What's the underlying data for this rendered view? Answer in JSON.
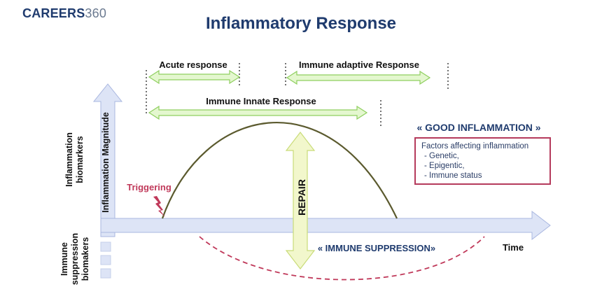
{
  "logo": {
    "brand": "CAREERS",
    "number": "360"
  },
  "title": "Inflammatory Response",
  "phases": {
    "acute": "Acute response",
    "adaptive": "Immune adaptive Response",
    "innate": "Immune Innate Response"
  },
  "axes": {
    "y_upper_outer": [
      "Inflammation",
      "biomarkers"
    ],
    "y_upper_inner": "Inflammation Magnitude",
    "y_lower": [
      "Immune",
      "suppression",
      "biomakers"
    ],
    "x": "Time"
  },
  "labels": {
    "triggering": "Triggering",
    "repair": "REPAIR",
    "good_inflammation": "« GOOD INFLAMMATION »",
    "immune_suppression": "« IMMUNE SUPPRESSION»"
  },
  "factors": {
    "heading": "Factors affecting inflammation",
    "items": [
      "- Genetic,",
      "- Epigentic,",
      "- Immune status"
    ]
  },
  "colors": {
    "navy": "#1f3b6e",
    "axis_fill": "#dde4f6",
    "axis_stroke": "#a9b7e0",
    "green_fill": "#e4f7cf",
    "green_stroke": "#8fcf5f",
    "repair_fill": "#f2f7cc",
    "repair_stroke": "#c9dc78",
    "curve": "#5b5a2e",
    "suppression": "#c0395a",
    "trigger": "#c0395a"
  }
}
